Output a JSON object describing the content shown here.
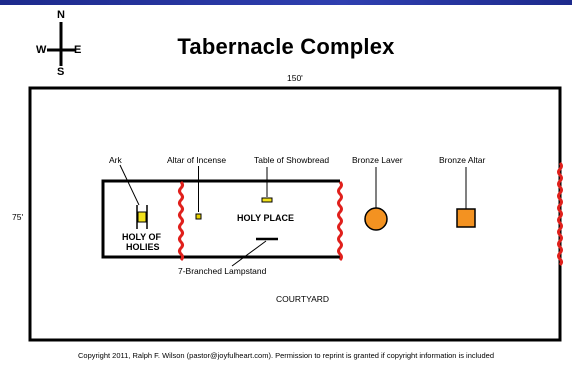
{
  "title": "Tabernacle Complex",
  "compass": {
    "north": "N",
    "south": "S",
    "east": "E",
    "west": "W"
  },
  "dimensions": {
    "width": "150'",
    "height": "75'"
  },
  "labels": {
    "ark": "Ark",
    "altar_of_incense": "Altar of Incense",
    "table_of_showbread": "Table of Showbread",
    "bronze_laver": "Bronze Laver",
    "bronze_altar": "Bronze Altar",
    "holy_place": "HOLY PLACE",
    "holy_of_holies_line1": "HOLY OF",
    "holy_of_holies_line2": "HOLIES",
    "lampstand": "7-Branched Lampstand",
    "courtyard": "COURTYARD"
  },
  "copyright": "Copyright 2011, Ralph F. Wilson (pastor@joyfulheart.com). Permission to reprint is granted if copyright information is included",
  "colors": {
    "wall": "#000000",
    "curtain": "#e0201c",
    "bronze": "#f39221",
    "gold": "#f2e21e",
    "header_bar": "#2a3aa8"
  }
}
